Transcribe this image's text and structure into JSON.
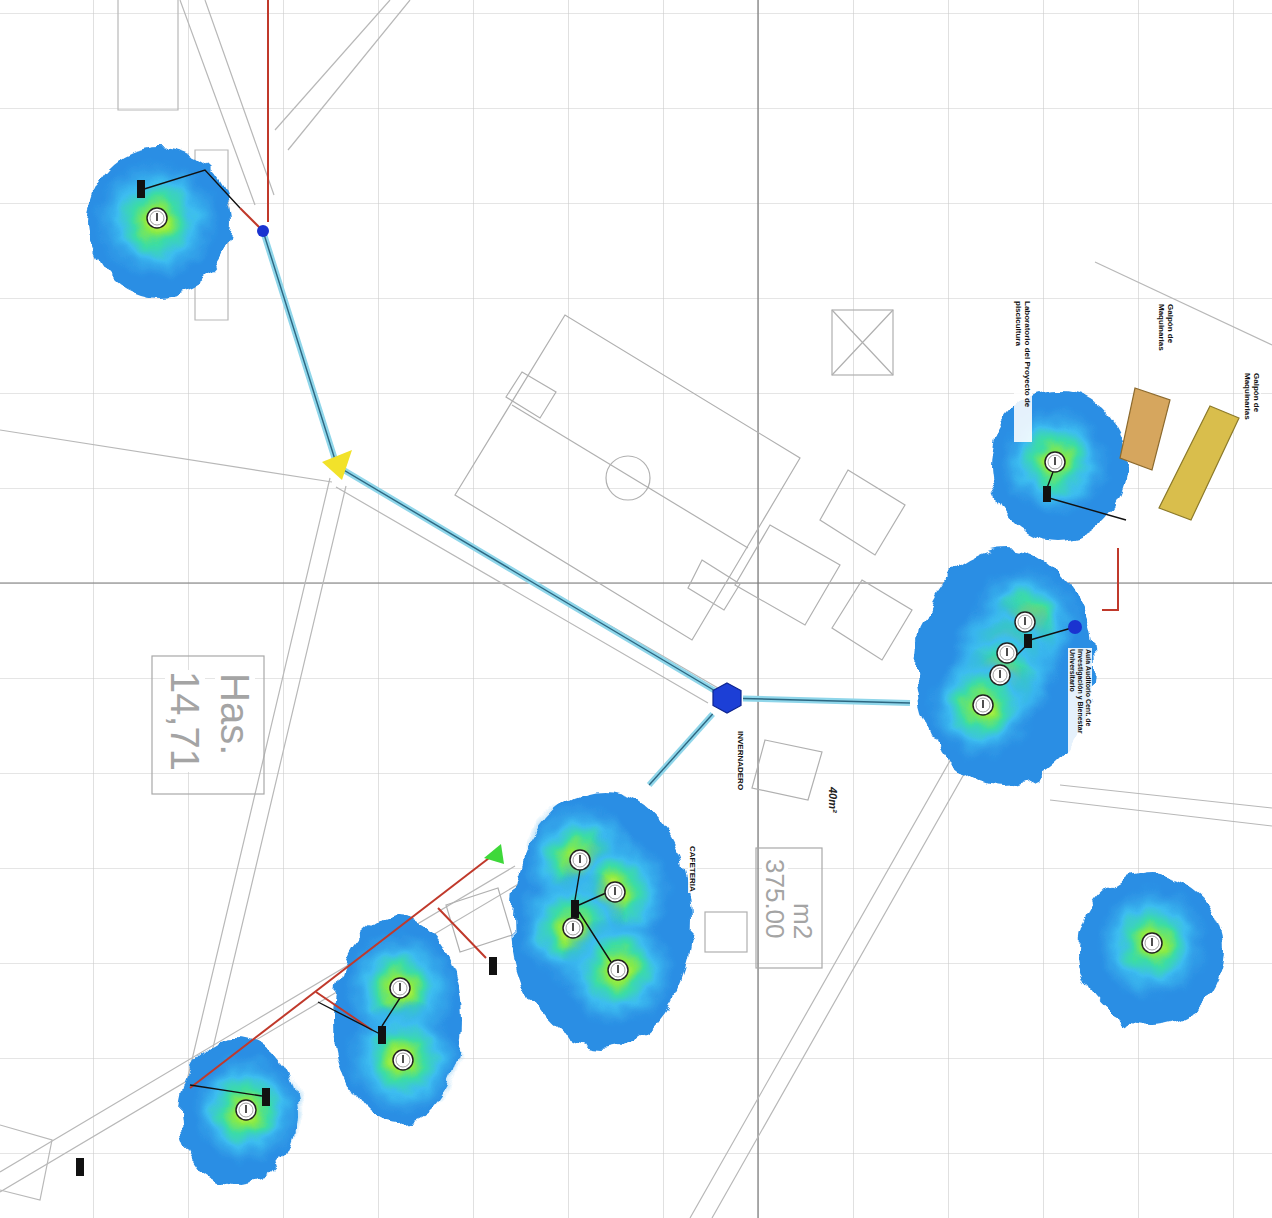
{
  "diagram": {
    "nodes": [
      {
        "text": [
          "Laboratorio del Proyecto de piscicultura"
        ]
      },
      {
        "text": [
          "Galpón de Maquinarias"
        ]
      },
      {
        "text": [
          "Galpón de Maquinarias"
        ]
      },
      {
        "text": [
          "Aula Auditorio Cent. de Investigación y Bienestar Universitario"
        ]
      },
      {
        "text": [
          "INVERNADERO"
        ]
      },
      {
        "text": [
          "CAFETERIA"
        ]
      }
    ],
    "edges": [
      {
        "from": 4,
        "to": 5,
        "arrow": "none"
      },
      {
        "from": 4,
        "to": 3,
        "arrow": "none"
      },
      {
        "from": 3,
        "to": 0,
        "arrow": "none"
      }
    ],
    "labels": [
      "14,71",
      "Has.",
      "375.00",
      "m2",
      "40m²"
    ]
  }
}
